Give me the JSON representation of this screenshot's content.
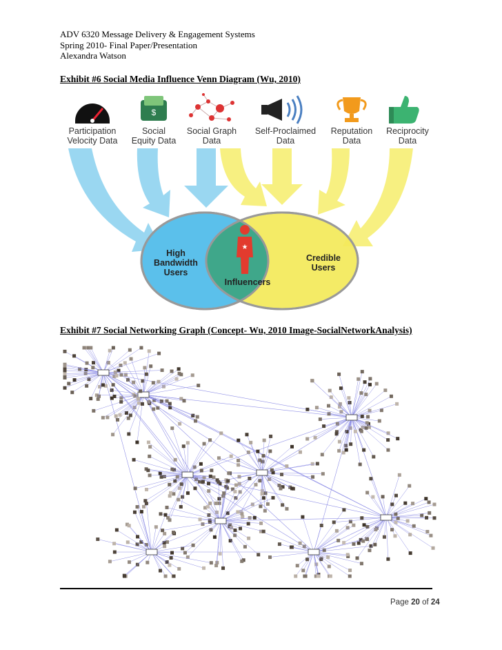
{
  "header": {
    "line1": "ADV 6320 Message Delivery & Engagement Systems",
    "line2": "Spring 2010- Final Paper/Presentation",
    "line3": "Alexandra Watson"
  },
  "exhibit6": {
    "title": "Exhibit #6 Social Media Influence Venn Diagram (Wu, 2010)",
    "icons": [
      {
        "icon": "speedometer-icon",
        "line1": "Participation",
        "line2": "Velocity Data"
      },
      {
        "icon": "wallet-icon",
        "line1": "Social",
        "line2": "Equity Data"
      },
      {
        "icon": "network-icon",
        "line1": "Social Graph",
        "line2": "Data"
      },
      {
        "icon": "megaphone-icon",
        "line1": "Self-Proclaimed",
        "line2": "Data"
      },
      {
        "icon": "trophy-icon",
        "line1": "Reputation",
        "line2": "Data"
      },
      {
        "icon": "thumbs-up-icon",
        "line1": "Reciprocity",
        "line2": "Data"
      }
    ],
    "venn": {
      "left_line1": "High",
      "left_line2": "Bandwidth",
      "left_line3": "Users",
      "center": "Influencers",
      "right_line1": "Credible",
      "right_line2": "Users",
      "left_color": "#5bc0eb",
      "right_color": "#f4ea5a",
      "overlap_color": "#3fa78a",
      "arrow_blue": "#8fd3f0",
      "arrow_yellow": "#f7ef7a"
    }
  },
  "exhibit7": {
    "title": "Exhibit #7 Social Networking Graph (Concept- Wu, 2010 Image-SocialNetworkAnalysis)",
    "edge_color": "#8f8fe6"
  },
  "footer": {
    "prefix": "Page",
    "page": "20",
    "of": "of",
    "total": "24"
  }
}
